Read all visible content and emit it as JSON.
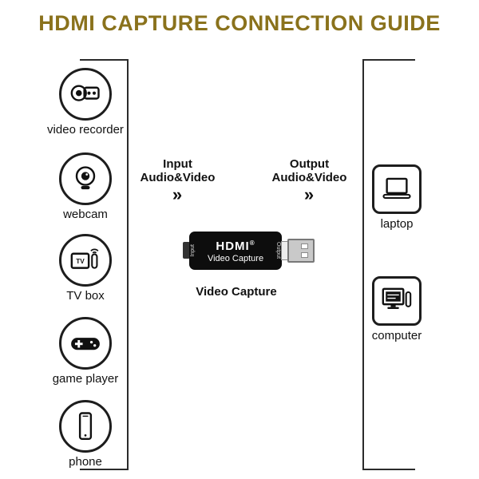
{
  "title": "HDMI CAPTURE CONNECTION GUIDE",
  "sources": {
    "items": [
      {
        "label": "video recorder",
        "icon": "camcorder-icon"
      },
      {
        "label": "webcam",
        "icon": "webcam-icon"
      },
      {
        "label": "TV box",
        "icon": "tv-box-icon"
      },
      {
        "label": "game player",
        "icon": "gamepad-icon"
      },
      {
        "label": "phone",
        "icon": "phone-icon"
      }
    ]
  },
  "destinations": {
    "items": [
      {
        "label": "laptop",
        "icon": "laptop-icon"
      },
      {
        "label": "computer",
        "icon": "desktop-computer-icon"
      }
    ]
  },
  "flow": {
    "input": {
      "line1": "Input",
      "line2": "Audio&Video",
      "arrows": "»"
    },
    "output": {
      "line1": "Output",
      "line2": "Audio&Video",
      "arrows": "»"
    }
  },
  "device": {
    "brand": "HDMI",
    "registered": "®",
    "product": "Video Capture",
    "left_port": "Input",
    "right_port": "Output",
    "caption": "Video Capture"
  },
  "colors": {
    "title": "#8a721c",
    "line": "#2b2b2b",
    "device_body": "#0d0d0d"
  }
}
